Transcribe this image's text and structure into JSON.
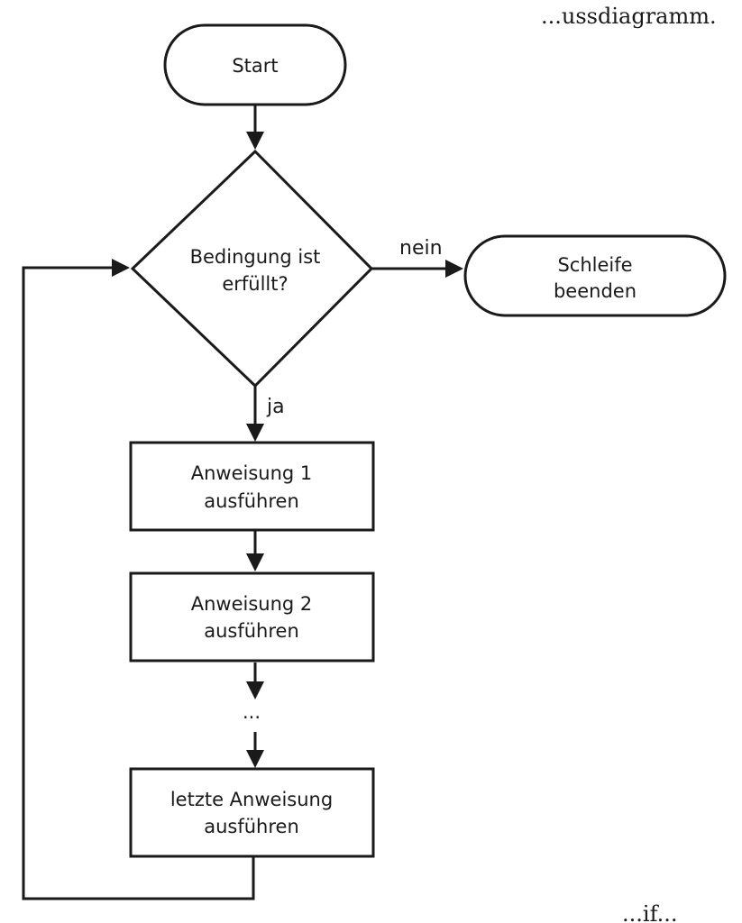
{
  "cropped_text": {
    "top_right": "...ussdiagramm.",
    "bottom_right": "...if..."
  },
  "nodes": {
    "start": {
      "label": "Start"
    },
    "condition": {
      "line1": "Bedingung ist",
      "line2": "erfüllt?"
    },
    "end_loop": {
      "line1": "Schleife",
      "line2": "beenden"
    },
    "step1": {
      "line1": "Anweisung 1",
      "line2": "ausführen"
    },
    "step2": {
      "line1": "Anweisung 2",
      "line2": "ausführen"
    },
    "ellipsis": {
      "label": "..."
    },
    "last_step": {
      "line1": "letzte Anweisung",
      "line2": "ausführen"
    }
  },
  "edges": {
    "no_label": "nein",
    "yes_label": "ja"
  }
}
